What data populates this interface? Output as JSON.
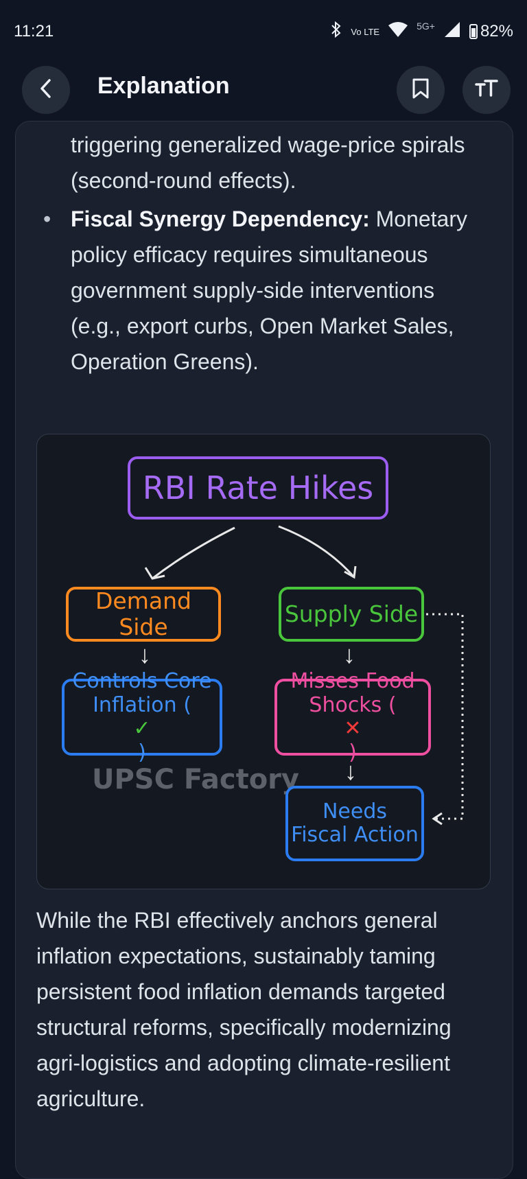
{
  "status_bar": {
    "time": "11:21",
    "network": "Vo LTE",
    "signal_label": "5G+",
    "battery": "82%",
    "icons": [
      "bluetooth-icon",
      "wifi-icon",
      "cell-signal-icon",
      "battery-icon"
    ]
  },
  "header": {
    "title": "Explanation",
    "back_icon": "back-chevron-icon",
    "bookmark_icon": "bookmark-icon",
    "text_size_icon": "text-size-icon"
  },
  "content": {
    "continued_text": "triggering generalized wage-price spirals (second-round effects).",
    "bullet": {
      "heading": "Fiscal Synergy Dependency:",
      "body": "Monetary policy efficacy requires simultaneous government supply-side interventions (e.g., export curbs, Open Market Sales, Operation Greens)."
    },
    "diagram": {
      "top": "RBI Rate Hikes",
      "left_branch": "Demand Side",
      "right_branch": "Supply Side",
      "left_result_line1": "Controls Core",
      "left_result_line2": "Inflation (",
      "left_result_mark": "✓",
      "left_result_end": ")",
      "right_result_line1": "Misses Food",
      "right_result_line2": "Shocks (",
      "right_result_mark": "✕",
      "right_result_end": ")",
      "final_line1": "Needs",
      "final_line2": "Fiscal Action",
      "watermark": "UPSC Factory",
      "colors": {
        "top": "#9b5cf0",
        "demand": "#ff8a1f",
        "supply": "#4ac63c",
        "controls": "#2b7cf0",
        "misses": "#ef4fa0",
        "needs": "#2b7cf0"
      }
    },
    "closing": "While the RBI effectively anchors general inflation expectations, sustainably taming persistent food inflation demands targeted structural reforms, specifically modernizing agri-logistics and adopting climate-resilient agriculture."
  }
}
